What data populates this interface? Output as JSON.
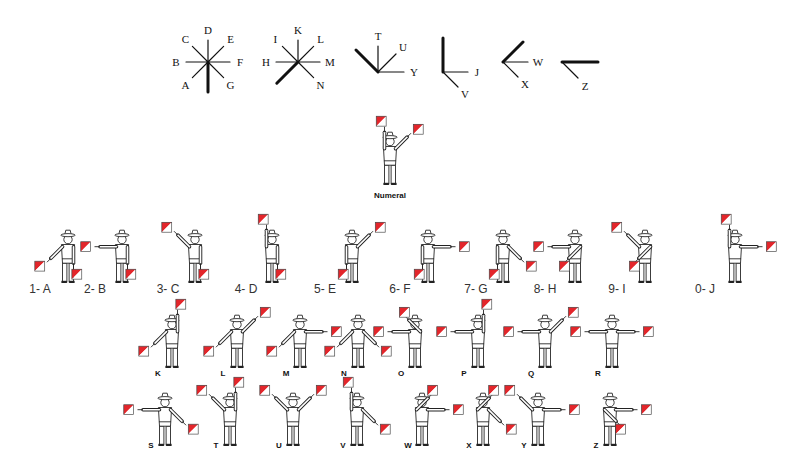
{
  "diagram": {
    "labels": [
      "C",
      "D",
      "E",
      "B",
      "F",
      "A",
      "G",
      "I",
      "K",
      "L",
      "H",
      "M",
      "N",
      "T",
      "U",
      "Y",
      "J",
      "V",
      "W",
      "X",
      "Z",
      "Numeral",
      "1- A",
      "2- B",
      "3- C",
      "4- D",
      "5- E",
      "6- F",
      "7- G",
      "8- H",
      "9- I",
      "0- J",
      "K",
      "L",
      "M",
      "N",
      "O",
      "P",
      "Q",
      "R",
      "S",
      "T",
      "U",
      "V",
      "W",
      "X",
      "Y",
      "Z"
    ]
  }
}
